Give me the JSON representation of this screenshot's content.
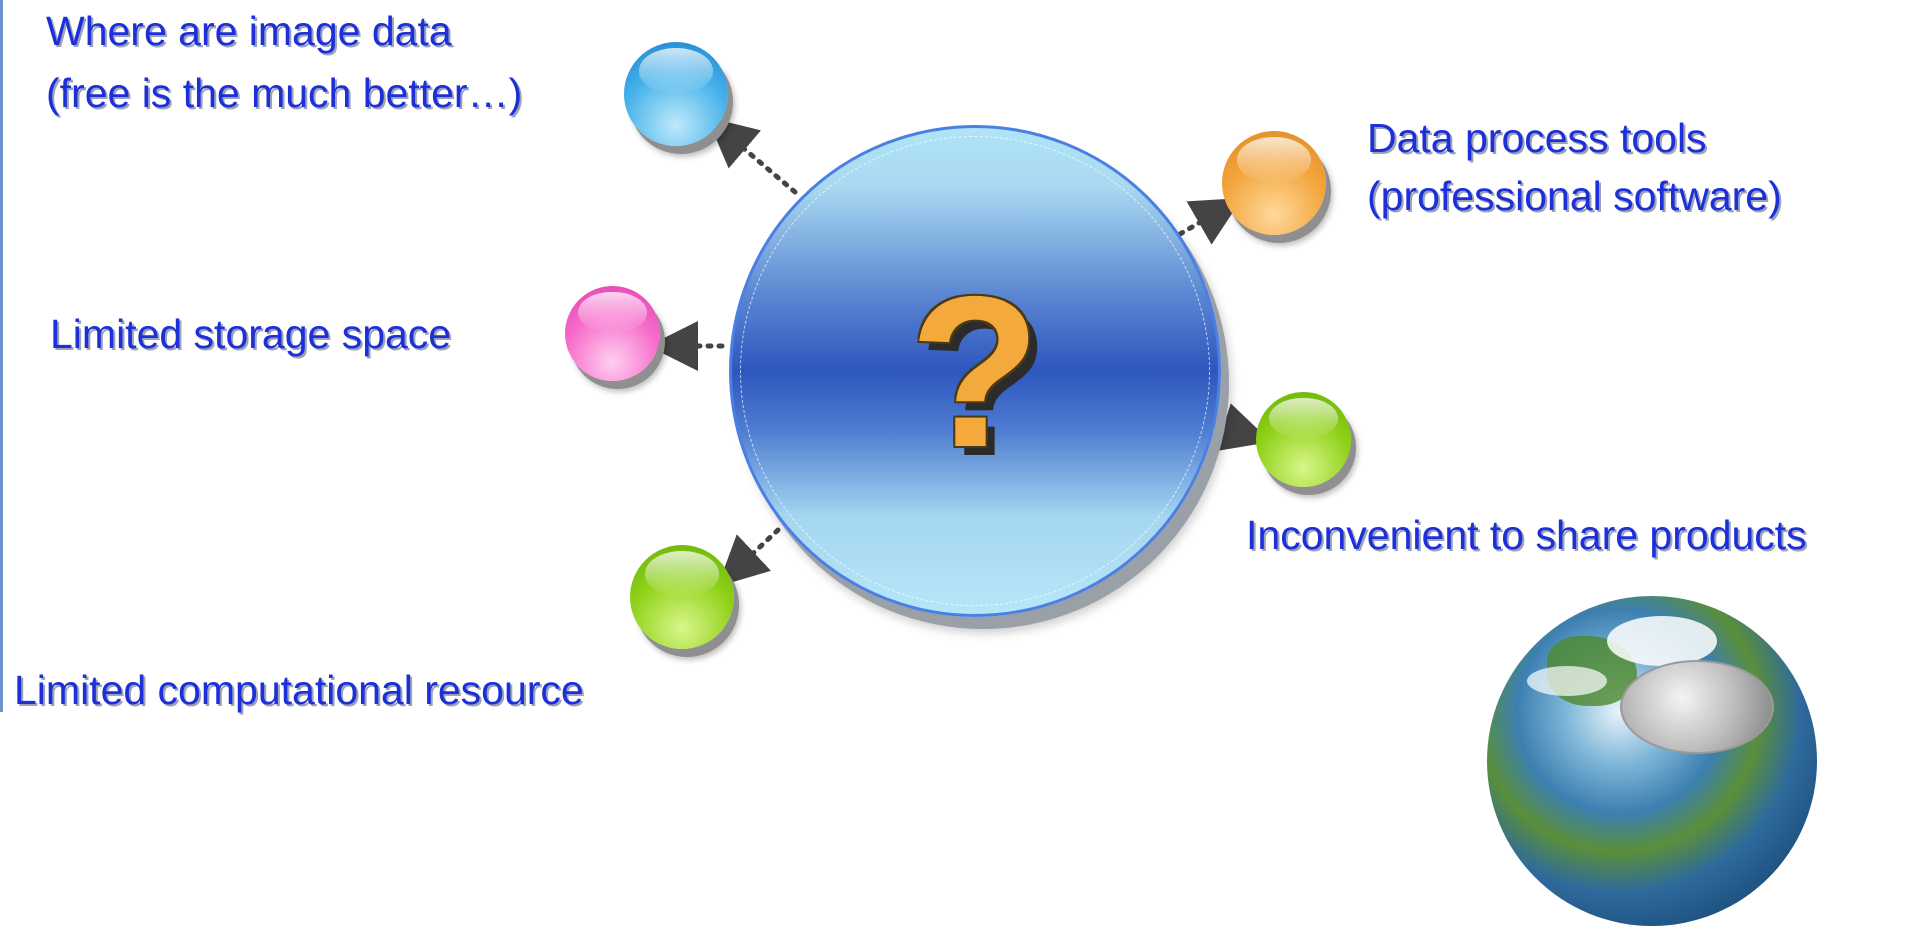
{
  "labels": {
    "image_data_line1": "Where are image data",
    "image_data_line2": "(free is the much better…)",
    "tools_line1": "Data process tools",
    "tools_line2": "(professional software)",
    "storage": "Limited storage space",
    "share": "Inconvenient  to share products",
    "compute": "Limited computational resource"
  },
  "center_symbol": "?",
  "colors": {
    "label_text": "#1c2fd8",
    "hub_core": "#2e56bf",
    "hub_edge": "#b0e4f6",
    "question_fill": "#f4a93c",
    "orb_blue": "#46b2ea",
    "orb_orange": "#f3a43b",
    "orb_pink": "#f66acb",
    "orb_green": "#8fd118",
    "connector": "#444444"
  },
  "icons": {
    "corner_graphic": "globe-with-satellite-dish-icon"
  }
}
